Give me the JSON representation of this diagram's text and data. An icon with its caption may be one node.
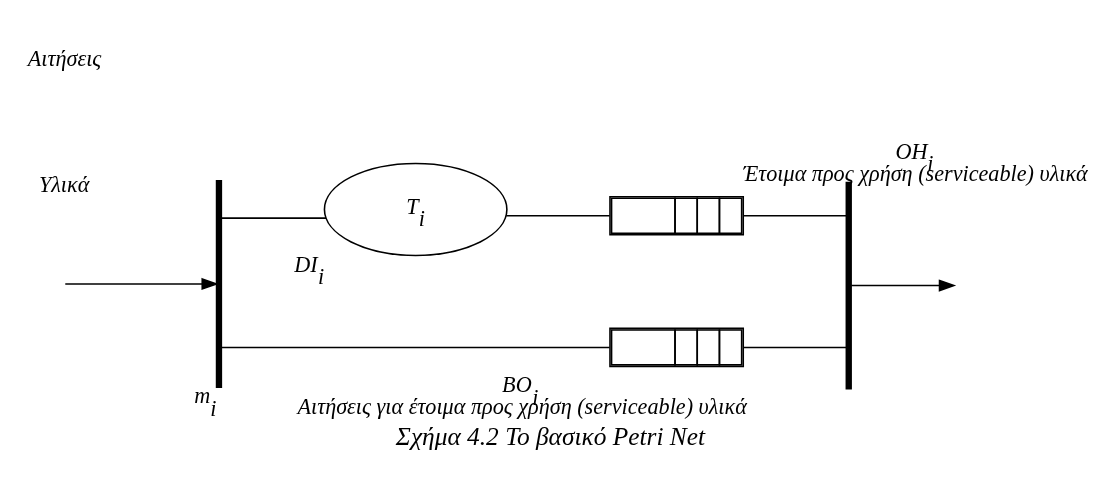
{
  "diagram": {
    "caption": "Σχήμα 4.2 Το βασικό Petri Net",
    "nodes": [
      {
        "text": [],
        "shape": "bar",
        "beside": [
          "m$_{i}$"
        ]
      },
      {
        "text": [
          "T$_{i}$"
        ],
        "beside": [
          "DI$_{i}$"
        ]
      },
      {
        "text": [],
        "shape": "queue",
        "beside": [
          "OH$_{i}$",
          "Έτοιμα προς χρήση (serviceable) υλικά"
        ]
      },
      {
        "text": [],
        "shape": "queue",
        "beside": [
          "BO$_{i}$",
          "Αιτήσεις για έτοιμα προς χρήση (serviceable) υλικά"
        ]
      },
      {
        "text": [],
        "shape": "bar"
      }
    ],
    "edges": [
      {
        "from": null,
        "to": 0,
        "arrow": "to"
      },
      {
        "from": 0,
        "to": 1,
        "arrow": "none"
      },
      {
        "from": 0,
        "to": 3,
        "arrow": "none"
      },
      {
        "from": 1,
        "to": 2,
        "arrow": "none"
      },
      {
        "from": 2,
        "to": 4,
        "arrow": "none"
      },
      {
        "from": 3,
        "to": 4,
        "arrow": "none"
      },
      {
        "from": 4,
        "to": null,
        "arrow": "to"
      }
    ],
    "labels": [
      "Υλικά",
      "Αιτήσεις"
    ]
  }
}
